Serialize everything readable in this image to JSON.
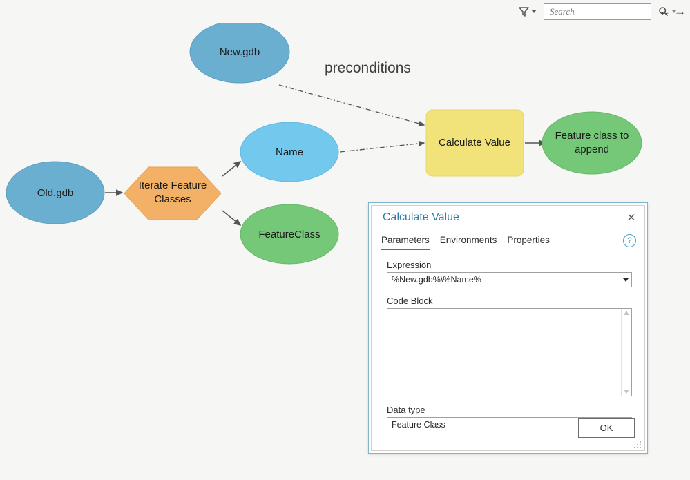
{
  "toolbar": {
    "filter_icon": "filter-icon",
    "filter_caret": "chevron-down-icon",
    "search_placeholder": "Search",
    "search_value": "",
    "search_icon": "search-icon",
    "search_caret": "chevron-down-icon",
    "back_arrow": "←",
    "forward_arrow": "→"
  },
  "model": {
    "edge_label": "preconditions",
    "nodes": {
      "old_gdb": "Old.gdb",
      "new_gdb": "New.gdb",
      "iterate": "Iterate Feature\nClasses",
      "iterate_line1": "Iterate Feature",
      "iterate_line2": "Classes",
      "name": "Name",
      "feature_class": "FeatureClass",
      "calculate_value": "Calculate Value",
      "feature_class_to_append_line1": "Feature class to",
      "feature_class_to_append_line2": "append"
    },
    "colors": {
      "input_blue": "#6aafd0",
      "derived_blue": "#73c8ee",
      "tool_orange": "#f2b166",
      "output_green": "#75c878",
      "calculate_yellow": "#f2e27a",
      "connector": "#545454",
      "canvas_bg": "#f6f6f4"
    }
  },
  "dialog": {
    "title": "Calculate Value",
    "close_icon": "close-icon",
    "help_icon": "help-icon",
    "tabs": [
      {
        "label": "Parameters",
        "active": true
      },
      {
        "label": "Environments",
        "active": false
      },
      {
        "label": "Properties",
        "active": false
      }
    ],
    "expression": {
      "label": "Expression",
      "value": "%New.gdb%\\%Name%"
    },
    "code_block": {
      "label": "Code Block",
      "value": ""
    },
    "data_type": {
      "label": "Data type",
      "value": "Feature Class"
    },
    "ok_label": "OK",
    "accent_color": "#2b7ca3"
  }
}
